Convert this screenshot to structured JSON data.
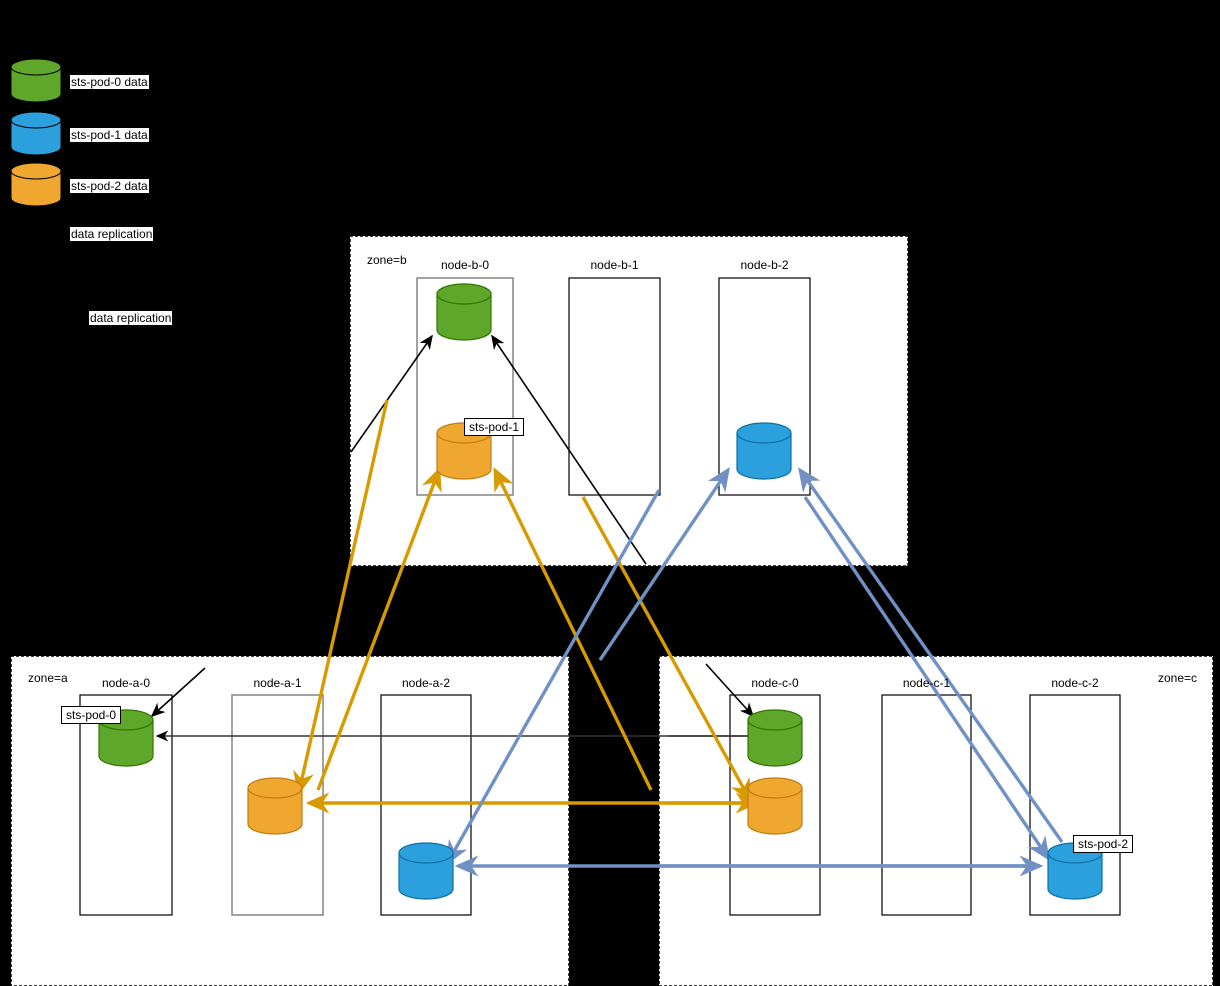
{
  "legend": {
    "items": [
      {
        "label": "sts-pod-0 data",
        "color": "#5FA72A",
        "icon": "cylinder-icon"
      },
      {
        "label": "sts-pod-1 data",
        "color": "#2BA0DC",
        "icon": "cylinder-icon"
      },
      {
        "label": "sts-pod-2 data",
        "color": "#F0A72F",
        "icon": "cylinder-icon"
      }
    ],
    "notes": [
      {
        "text": "data replication"
      },
      {
        "text": "data replication"
      }
    ]
  },
  "colors": {
    "green": "#5FA72A",
    "green_stroke": "#2D7600",
    "blue": "#2BA0DC",
    "blue_stroke": "#0E6FA5",
    "orange": "#F0A72F",
    "orange_stroke": "#C07B12",
    "arrow_black": "#000000",
    "arrow_orange": "#D79B00",
    "arrow_blue": "#7191C4",
    "node_border": "#000000",
    "zone_border": "#000000",
    "canvas": "#000000",
    "zone_fill": "#FFFFFF"
  },
  "zones": [
    {
      "id": "zone-b",
      "label": "zone=b",
      "nodes": [
        {
          "name": "node-b-0",
          "pods": [
            {
              "pod": "sts-pod-0",
              "color": "#5FA72A"
            },
            {
              "pod": "sts-pod-2",
              "color": "#F0A72F",
              "callout": "sts-pod-1"
            }
          ]
        },
        {
          "name": "node-b-1",
          "pods": []
        },
        {
          "name": "node-b-2",
          "pods": [
            {
              "pod": "sts-pod-1",
              "color": "#2BA0DC"
            }
          ]
        }
      ]
    },
    {
      "id": "zone-a",
      "label": "zone=a",
      "nodes": [
        {
          "name": "node-a-0",
          "pods": [
            {
              "pod": "sts-pod-0",
              "color": "#5FA72A",
              "callout": "sts-pod-0"
            }
          ]
        },
        {
          "name": "node-a-1",
          "pods": [
            {
              "pod": "sts-pod-2",
              "color": "#F0A72F"
            }
          ]
        },
        {
          "name": "node-a-2",
          "pods": [
            {
              "pod": "sts-pod-1",
              "color": "#2BA0DC"
            }
          ]
        }
      ]
    },
    {
      "id": "zone-c",
      "label": "zone=c",
      "nodes": [
        {
          "name": "node-c-0",
          "pods": [
            {
              "pod": "sts-pod-0",
              "color": "#5FA72A"
            },
            {
              "pod": "sts-pod-2",
              "color": "#F0A72F"
            }
          ]
        },
        {
          "name": "node-c-1",
          "pods": []
        },
        {
          "name": "node-c-2",
          "pods": [
            {
              "pod": "sts-pod-1",
              "color": "#2BA0DC",
              "callout": "sts-pod-2"
            }
          ]
        }
      ]
    }
  ],
  "callouts": [
    {
      "id": "callout-sts-pod-1",
      "text": "sts-pod-1"
    },
    {
      "id": "callout-sts-pod-0",
      "text": "sts-pod-0"
    },
    {
      "id": "callout-sts-pod-2",
      "text": "sts-pod-2"
    }
  ]
}
